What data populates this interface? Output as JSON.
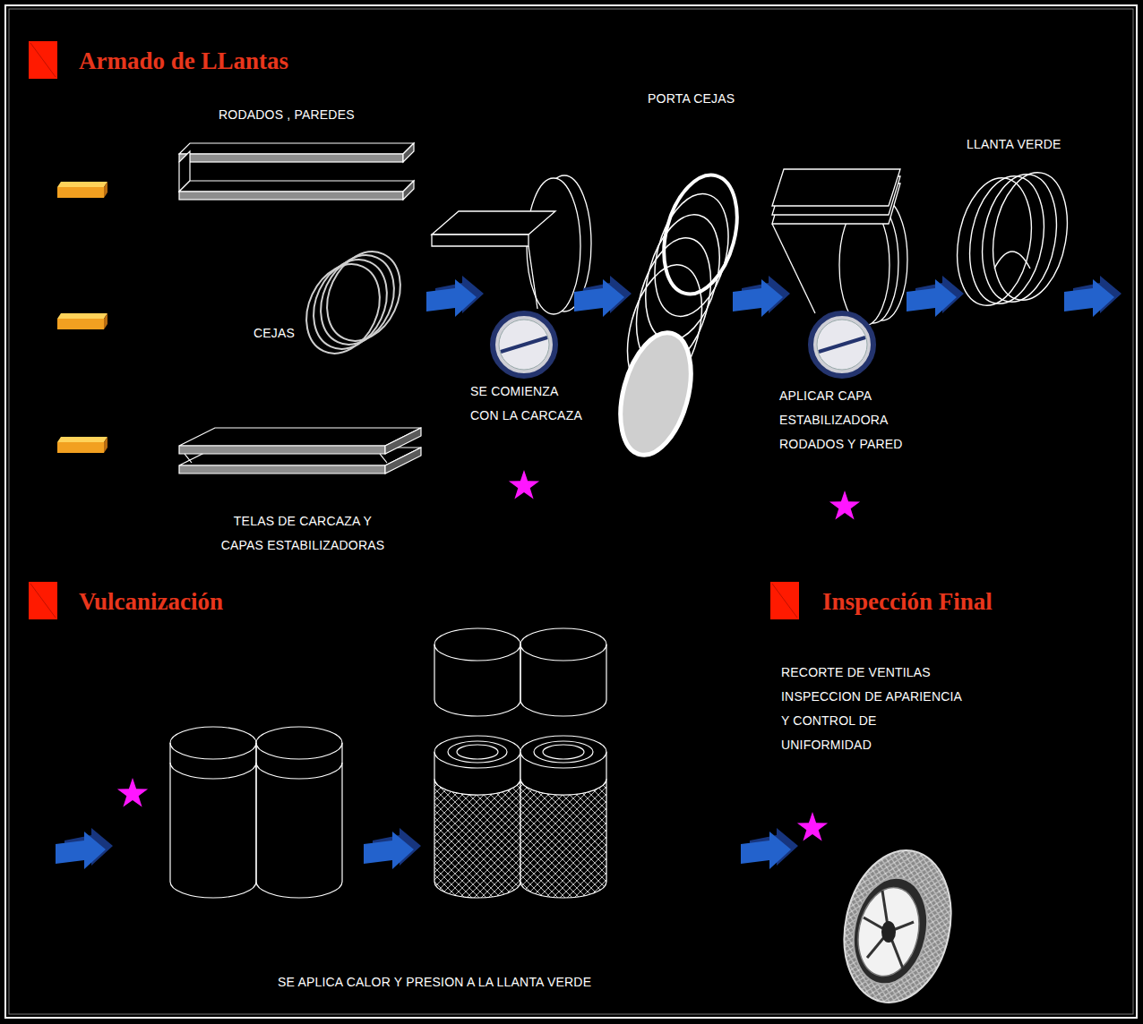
{
  "diagram": {
    "labels": [
      "Armado de LLantas",
      "RODADOS , PAREDES",
      "PORTA CEJAS",
      "LLANTA VERDE",
      "CEJAS",
      "SE COMIENZA CON LA CARCAZA",
      "APLICAR CAPA ESTABILIZADORA RODADOS Y PARED",
      "TELAS DE CARCAZA Y CAPAS ESTABILIZADORAS",
      "Vulcanización",
      "Inspección Final",
      "RECORTE DE VENTILAS INSPECCION DE APARIENCIA Y CONTROL DE UNIFORMIDAD",
      "SE APLICA CALOR Y PRESION A LA LLANTA VERDE"
    ]
  }
}
